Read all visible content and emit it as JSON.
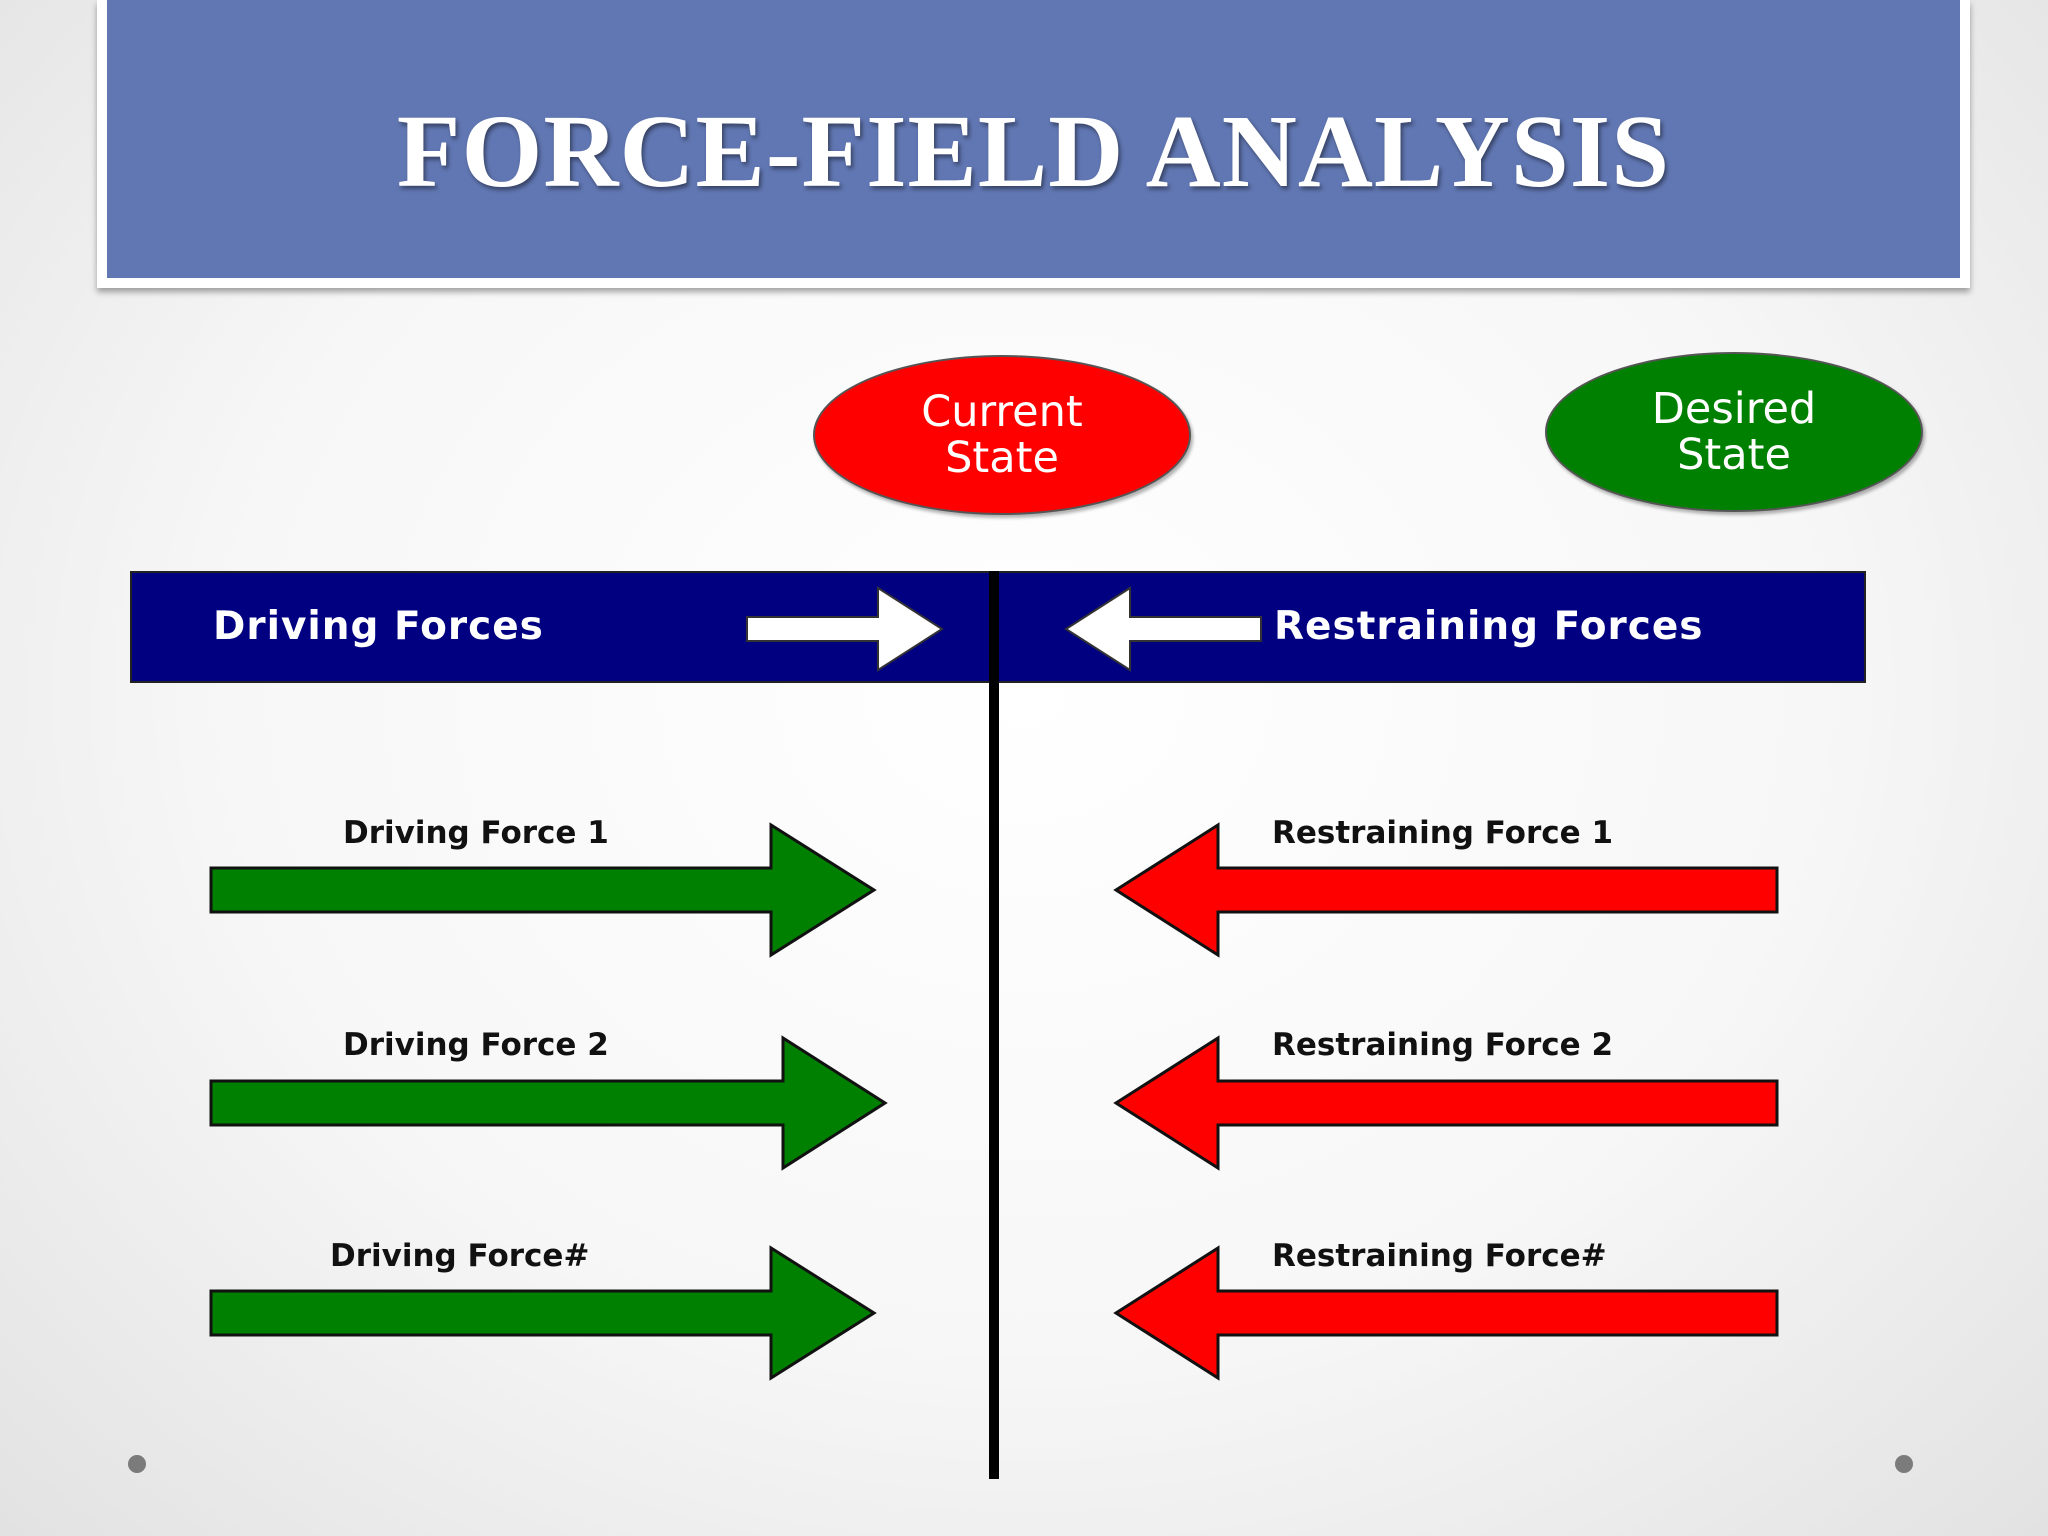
{
  "title": "FORCE-FIELD ANALYSIS",
  "states": {
    "current": {
      "line1": "Current",
      "line2": "State",
      "color": "#ff0000"
    },
    "desired": {
      "line1": "Desired",
      "line2": "State",
      "color": "#008000"
    }
  },
  "bar": {
    "driving_label": "Driving Forces",
    "restraining_label": "Restraining Forces",
    "color": "#000080"
  },
  "driving_forces": [
    {
      "label": "Driving Force 1"
    },
    {
      "label": "Driving Force 2"
    },
    {
      "label": "Driving Force#"
    }
  ],
  "restraining_forces": [
    {
      "label": "Restraining Force 1"
    },
    {
      "label": "Restraining Force 2"
    },
    {
      "label": "Restraining Force#"
    }
  ],
  "colors": {
    "driving_arrow": "#008000",
    "restraining_arrow": "#ff0000",
    "title_banner": "#6177b3"
  }
}
